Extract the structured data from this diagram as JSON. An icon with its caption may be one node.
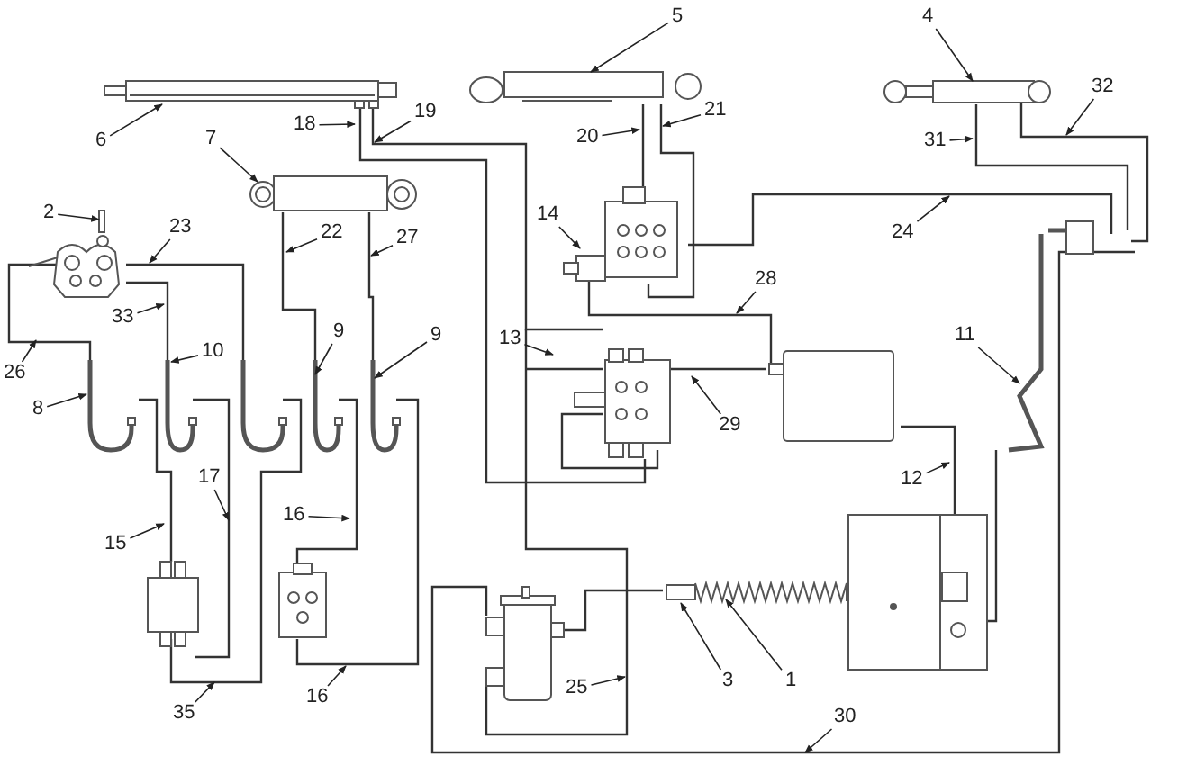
{
  "diagram": {
    "nodes": [
      {
        "text": [
          "5"
        ]
      },
      {
        "text": [
          "4"
        ]
      },
      {
        "text": [
          "32"
        ]
      },
      {
        "text": [
          "18"
        ]
      },
      {
        "text": [
          "19"
        ]
      },
      {
        "text": [
          "21"
        ]
      },
      {
        "text": [
          "6"
        ]
      },
      {
        "text": [
          "7"
        ]
      },
      {
        "text": [
          "20"
        ]
      },
      {
        "text": [
          "31"
        ]
      },
      {
        "text": [
          "2"
        ]
      },
      {
        "text": [
          "14"
        ]
      },
      {
        "text": [
          "23"
        ]
      },
      {
        "text": [
          "22"
        ]
      },
      {
        "text": [
          "24"
        ]
      },
      {
        "text": [
          "27"
        ]
      },
      {
        "text": [
          "28"
        ]
      },
      {
        "text": [
          "33"
        ]
      },
      {
        "text": [
          "11"
        ]
      },
      {
        "text": [
          "13"
        ]
      },
      {
        "text": [
          "9"
        ]
      },
      {
        "text": [
          "9"
        ]
      },
      {
        "text": [
          "10"
        ]
      },
      {
        "text": [
          "26"
        ]
      },
      {
        "text": [
          "8"
        ]
      },
      {
        "text": [
          "29"
        ]
      },
      {
        "text": [
          "12"
        ]
      },
      {
        "text": [
          "17"
        ]
      },
      {
        "text": [
          "16"
        ]
      },
      {
        "text": [
          "15"
        ]
      },
      {
        "text": [
          "3"
        ]
      },
      {
        "text": [
          "1"
        ]
      },
      {
        "text": [
          "25"
        ]
      },
      {
        "text": [
          "16"
        ]
      },
      {
        "text": [
          "35"
        ]
      },
      {
        "text": [
          "30"
        ]
      }
    ],
    "edges": [
      {
        "from": 0,
        "to": null,
        "arrow": "to"
      },
      {
        "from": 1,
        "to": null,
        "arrow": "to"
      },
      {
        "from": 2,
        "to": null,
        "arrow": "to"
      },
      {
        "from": 3,
        "to": null,
        "arrow": "to"
      },
      {
        "from": 4,
        "to": null,
        "arrow": "to"
      },
      {
        "from": 5,
        "to": null,
        "arrow": "to"
      },
      {
        "from": 6,
        "to": null,
        "arrow": "to"
      },
      {
        "from": 7,
        "to": null,
        "arrow": "to"
      },
      {
        "from": 8,
        "to": null,
        "arrow": "to"
      },
      {
        "from": 9,
        "to": null,
        "arrow": "to"
      },
      {
        "from": 10,
        "to": null,
        "arrow": "to"
      },
      {
        "from": 11,
        "to": null,
        "arrow": "to"
      },
      {
        "from": 12,
        "to": null,
        "arrow": "to"
      },
      {
        "from": 13,
        "to": null,
        "arrow": "to"
      },
      {
        "from": 14,
        "to": null,
        "arrow": "to"
      },
      {
        "from": 15,
        "to": null,
        "arrow": "to"
      },
      {
        "from": 16,
        "to": null,
        "arrow": "to"
      },
      {
        "from": 17,
        "to": null,
        "arrow": "to"
      },
      {
        "from": 18,
        "to": null,
        "arrow": "to"
      },
      {
        "from": 19,
        "to": null,
        "arrow": "to"
      },
      {
        "from": 20,
        "to": null,
        "arrow": "to"
      },
      {
        "from": 21,
        "to": null,
        "arrow": "to"
      },
      {
        "from": 22,
        "to": null,
        "arrow": "to"
      },
      {
        "from": 23,
        "to": null,
        "arrow": "to"
      },
      {
        "from": 24,
        "to": null,
        "arrow": "to"
      },
      {
        "from": 25,
        "to": null,
        "arrow": "to"
      },
      {
        "from": 26,
        "to": null,
        "arrow": "to"
      },
      {
        "from": 27,
        "to": null,
        "arrow": "to"
      },
      {
        "from": 28,
        "to": null,
        "arrow": "to"
      },
      {
        "from": 29,
        "to": null,
        "arrow": "to"
      },
      {
        "from": 30,
        "to": null,
        "arrow": "to"
      },
      {
        "from": 31,
        "to": null,
        "arrow": "to"
      },
      {
        "from": 32,
        "to": null,
        "arrow": "to"
      },
      {
        "from": 33,
        "to": null,
        "arrow": "to"
      },
      {
        "from": 34,
        "to": null,
        "arrow": "to"
      },
      {
        "from": 35,
        "to": null,
        "arrow": "to"
      }
    ]
  }
}
